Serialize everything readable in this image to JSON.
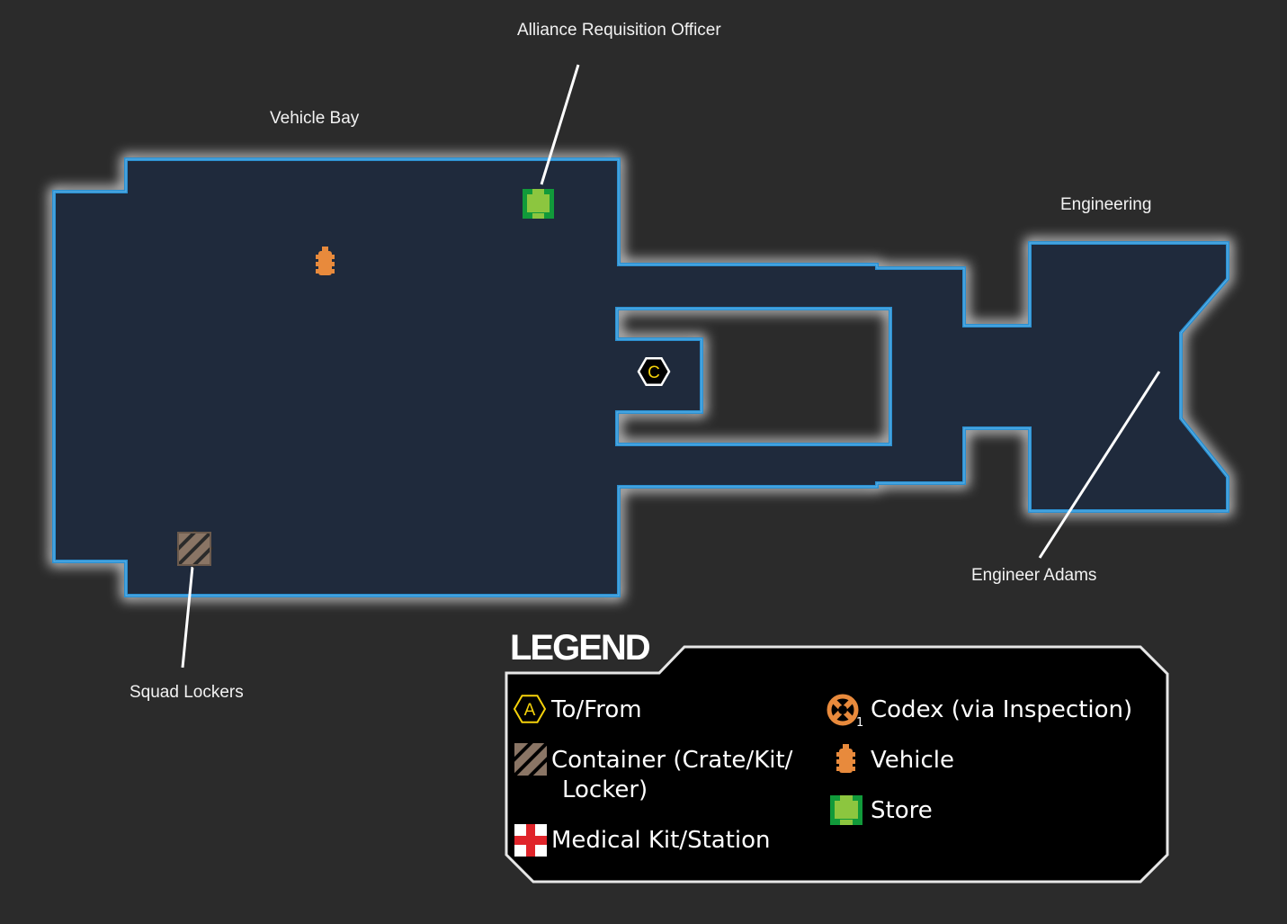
{
  "map": {
    "labels": {
      "vehicle_bay": "Vehicle Bay",
      "requisition_officer": "Alliance Requisition Officer",
      "engineering": "Engineering",
      "engineer_adams": "Engineer Adams",
      "squad_lockers": "Squad Lockers"
    },
    "markers": {
      "transition_letter": "C"
    }
  },
  "legend": {
    "title": "LEGEND",
    "to_from": "To/From",
    "to_from_letter": "A",
    "container_line1": "Container (Crate/Kit/",
    "container_line2": "Locker)",
    "medical": "Medical Kit/Station",
    "codex": "Codex (via Inspection)",
    "codex_sub": "1",
    "vehicle": "Vehicle",
    "store": "Store"
  },
  "colors": {
    "background": "#2b2b2b",
    "floor": "#1f2a3c",
    "wall": "#2b8fd0",
    "glow": "#ffffff",
    "vehicle": "#e88a3c",
    "store": "#8cc63f",
    "store_border": "#119a3a",
    "container": "#8a7565",
    "medical": "#e0242a",
    "marker_yellow": "#f5d20a"
  }
}
